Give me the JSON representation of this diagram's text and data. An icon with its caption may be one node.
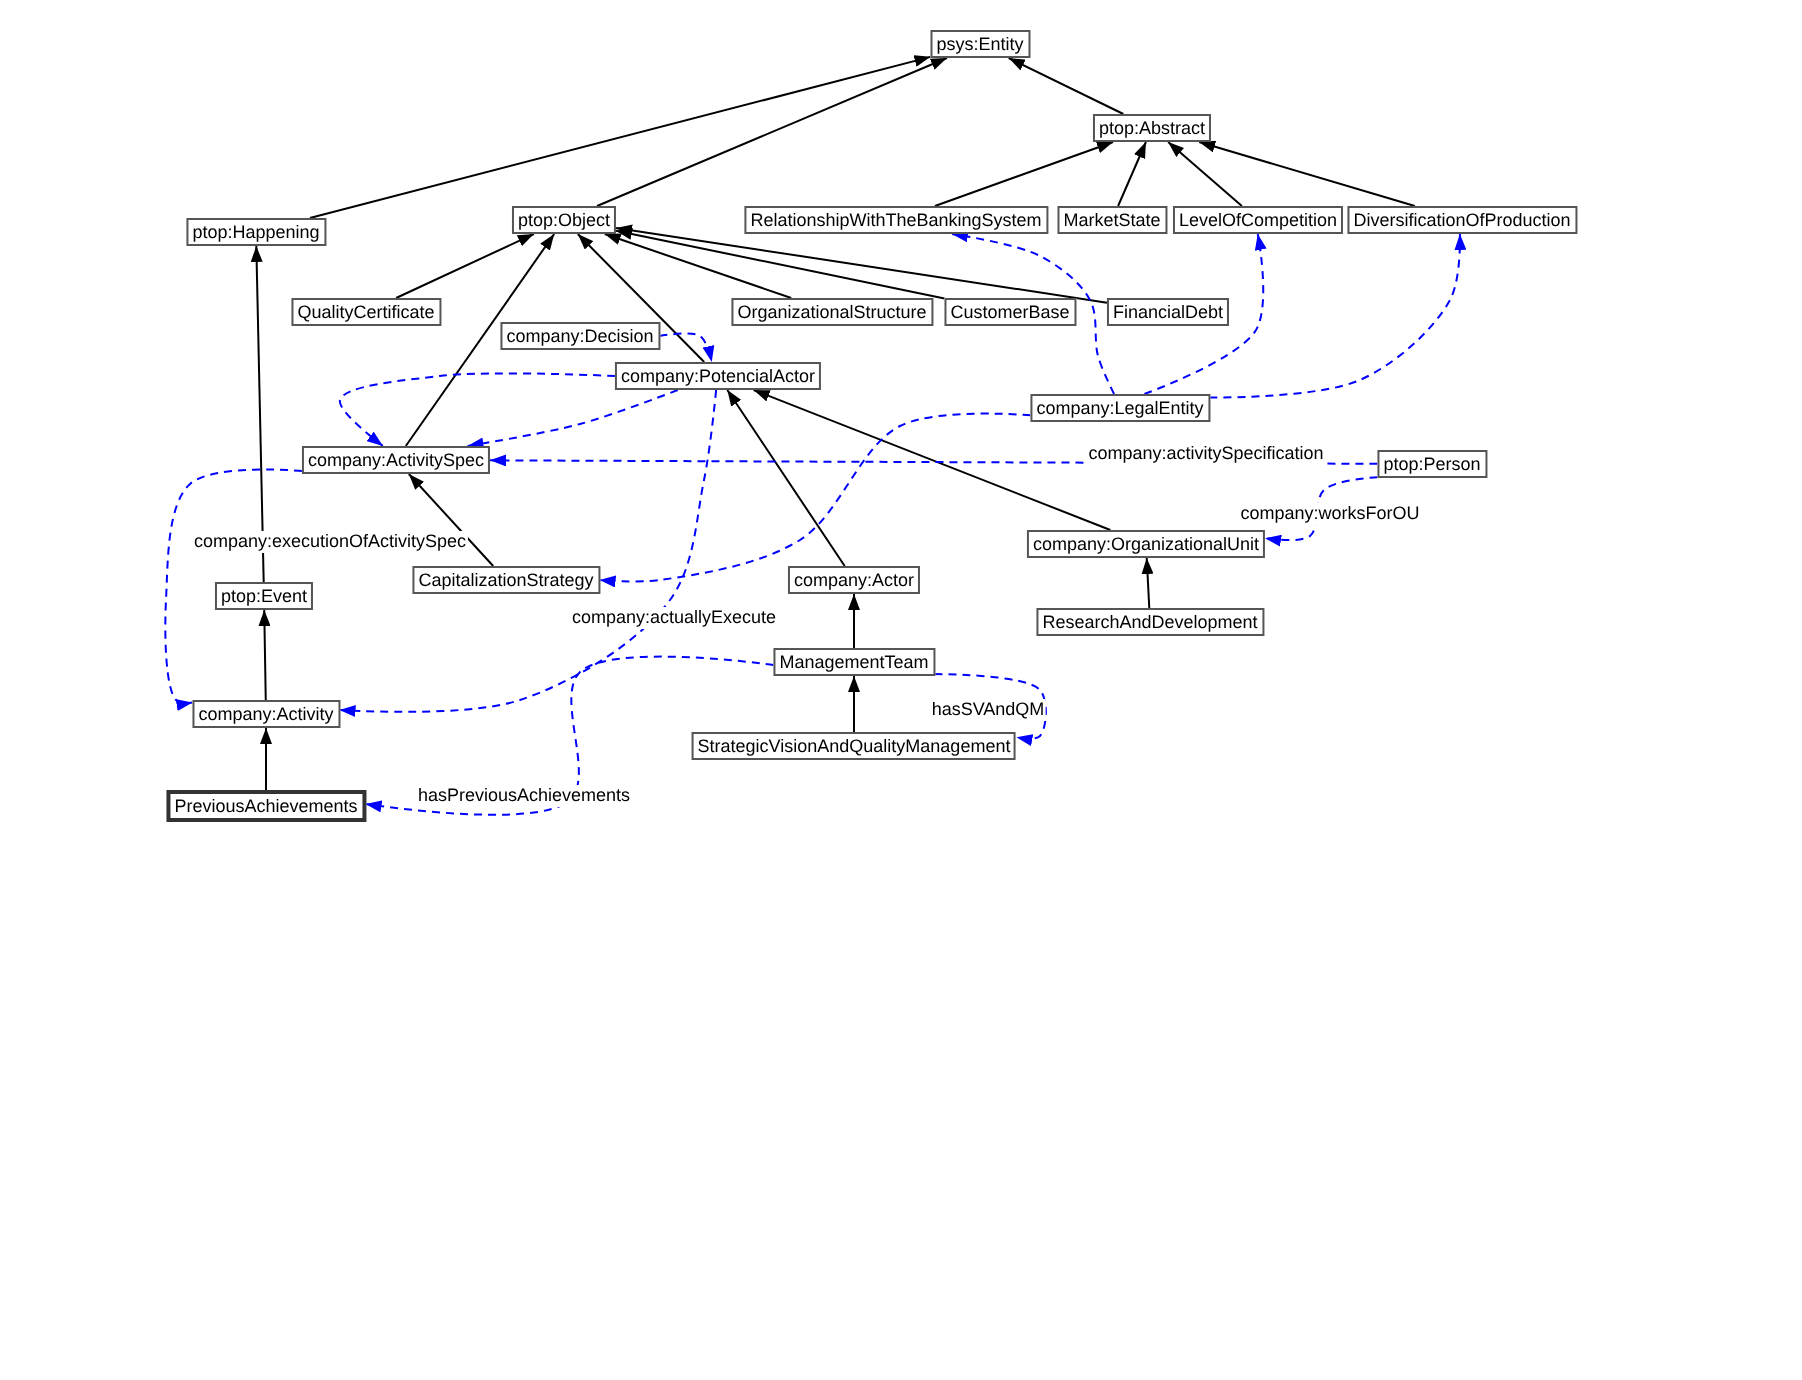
{
  "diagram": {
    "nodes": [
      {
        "text": [
          "psys:Entity"
        ]
      },
      {
        "text": [
          "ptop:Happening"
        ]
      },
      {
        "text": [
          "ptop:Object"
        ]
      },
      {
        "text": [
          "ptop:Abstract"
        ]
      },
      {
        "text": [
          "RelationshipWithTheBankingSystem"
        ]
      },
      {
        "text": [
          "MarketState"
        ]
      },
      {
        "text": [
          "LevelOfCompetition"
        ]
      },
      {
        "text": [
          "DiversificationOfProduction"
        ]
      },
      {
        "text": [
          "QualityCertificate"
        ]
      },
      {
        "text": [
          "OrganizationalStructure"
        ]
      },
      {
        "text": [
          "CustomerBase"
        ]
      },
      {
        "text": [
          "FinancialDebt"
        ]
      },
      {
        "text": [
          "company:Decision"
        ]
      },
      {
        "text": [
          "company:PotencialActor"
        ]
      },
      {
        "text": [
          "company:LegalEntity"
        ]
      },
      {
        "text": [
          "company:ActivitySpec"
        ]
      },
      {
        "text": [
          "ptop:Person"
        ]
      },
      {
        "text": [
          "CapitalizationStrategy"
        ]
      },
      {
        "text": [
          "company:Actor"
        ]
      },
      {
        "text": [
          "company:OrganizationalUnit"
        ]
      },
      {
        "text": [
          "ptop:Event"
        ]
      },
      {
        "text": [
          "ResearchAndDevelopment"
        ]
      },
      {
        "text": [
          "ManagementTeam"
        ]
      },
      {
        "text": [
          "company:Activity"
        ]
      },
      {
        "text": [
          "StrategicVisionAndQualityManagement"
        ]
      },
      {
        "text": [
          "PreviousAchievements"
        ]
      }
    ],
    "edges": [
      {
        "from": 1,
        "to": 0,
        "arrow": "to"
      },
      {
        "from": 2,
        "to": 0,
        "arrow": "to"
      },
      {
        "from": 3,
        "to": 0,
        "arrow": "to"
      },
      {
        "from": 4,
        "to": 3,
        "arrow": "to"
      },
      {
        "from": 5,
        "to": 3,
        "arrow": "to"
      },
      {
        "from": 6,
        "to": 3,
        "arrow": "to"
      },
      {
        "from": 7,
        "to": 3,
        "arrow": "to"
      },
      {
        "from": 8,
        "to": 2,
        "arrow": "to"
      },
      {
        "from": 9,
        "to": 2,
        "arrow": "to"
      },
      {
        "from": 10,
        "to": 2,
        "arrow": "to"
      },
      {
        "from": 11,
        "to": 2,
        "arrow": "to"
      },
      {
        "from": 15,
        "to": 2,
        "arrow": "to"
      },
      {
        "from": 13,
        "to": 2,
        "arrow": "to"
      },
      {
        "from": 17,
        "to": 15,
        "arrow": "to"
      },
      {
        "from": 18,
        "to": 13,
        "arrow": "to"
      },
      {
        "from": 19,
        "to": 13,
        "arrow": "to"
      },
      {
        "from": 21,
        "to": 19,
        "arrow": "to"
      },
      {
        "from": 22,
        "to": 18,
        "arrow": "to"
      },
      {
        "from": 24,
        "to": 22,
        "arrow": "to"
      },
      {
        "from": 20,
        "to": 1,
        "arrow": "to"
      },
      {
        "from": 23,
        "to": 20,
        "arrow": "to"
      },
      {
        "from": 25,
        "to": 23,
        "arrow": "to"
      },
      {
        "from": 12,
        "to": 13,
        "arrow": "to",
        "style": "dashed",
        "color": "#0000ff"
      },
      {
        "from": 13,
        "to": 15,
        "arrow": "to",
        "style": "dashed",
        "color": "#0000ff"
      },
      {
        "from": 13,
        "to": 15,
        "arrow": "to",
        "style": "dashed",
        "color": "#0000ff"
      },
      {
        "from": 13,
        "to": 23,
        "arrow": "to",
        "label": "company:actuallyExecute",
        "style": "dashed",
        "color": "#0000ff"
      },
      {
        "from": 16,
        "to": 15,
        "arrow": "to",
        "label": "company:activitySpecification",
        "style": "dashed",
        "color": "#0000ff"
      },
      {
        "from": 15,
        "to": 23,
        "arrow": "to",
        "label": "company:executionOfActivitySpec",
        "style": "dashed",
        "color": "#0000ff"
      },
      {
        "from": 14,
        "to": 4,
        "arrow": "to",
        "style": "dashed",
        "color": "#0000ff"
      },
      {
        "from": 14,
        "to": 6,
        "arrow": "to",
        "style": "dashed",
        "color": "#0000ff"
      },
      {
        "from": 14,
        "to": 7,
        "arrow": "to",
        "style": "dashed",
        "color": "#0000ff"
      },
      {
        "from": 14,
        "to": 17,
        "arrow": "to",
        "style": "dashed",
        "color": "#0000ff"
      },
      {
        "from": 16,
        "to": 19,
        "arrow": "to",
        "label": "company:worksForOU",
        "style": "dashed",
        "color": "#0000ff"
      },
      {
        "from": 22,
        "to": 24,
        "arrow": "to",
        "label": "hasSVAndQM",
        "style": "dashed",
        "color": "#0000ff"
      },
      {
        "from": 22,
        "to": 25,
        "arrow": "to",
        "label": "hasPreviousAchievements",
        "style": "dashed",
        "color": "#0000ff"
      }
    ]
  }
}
